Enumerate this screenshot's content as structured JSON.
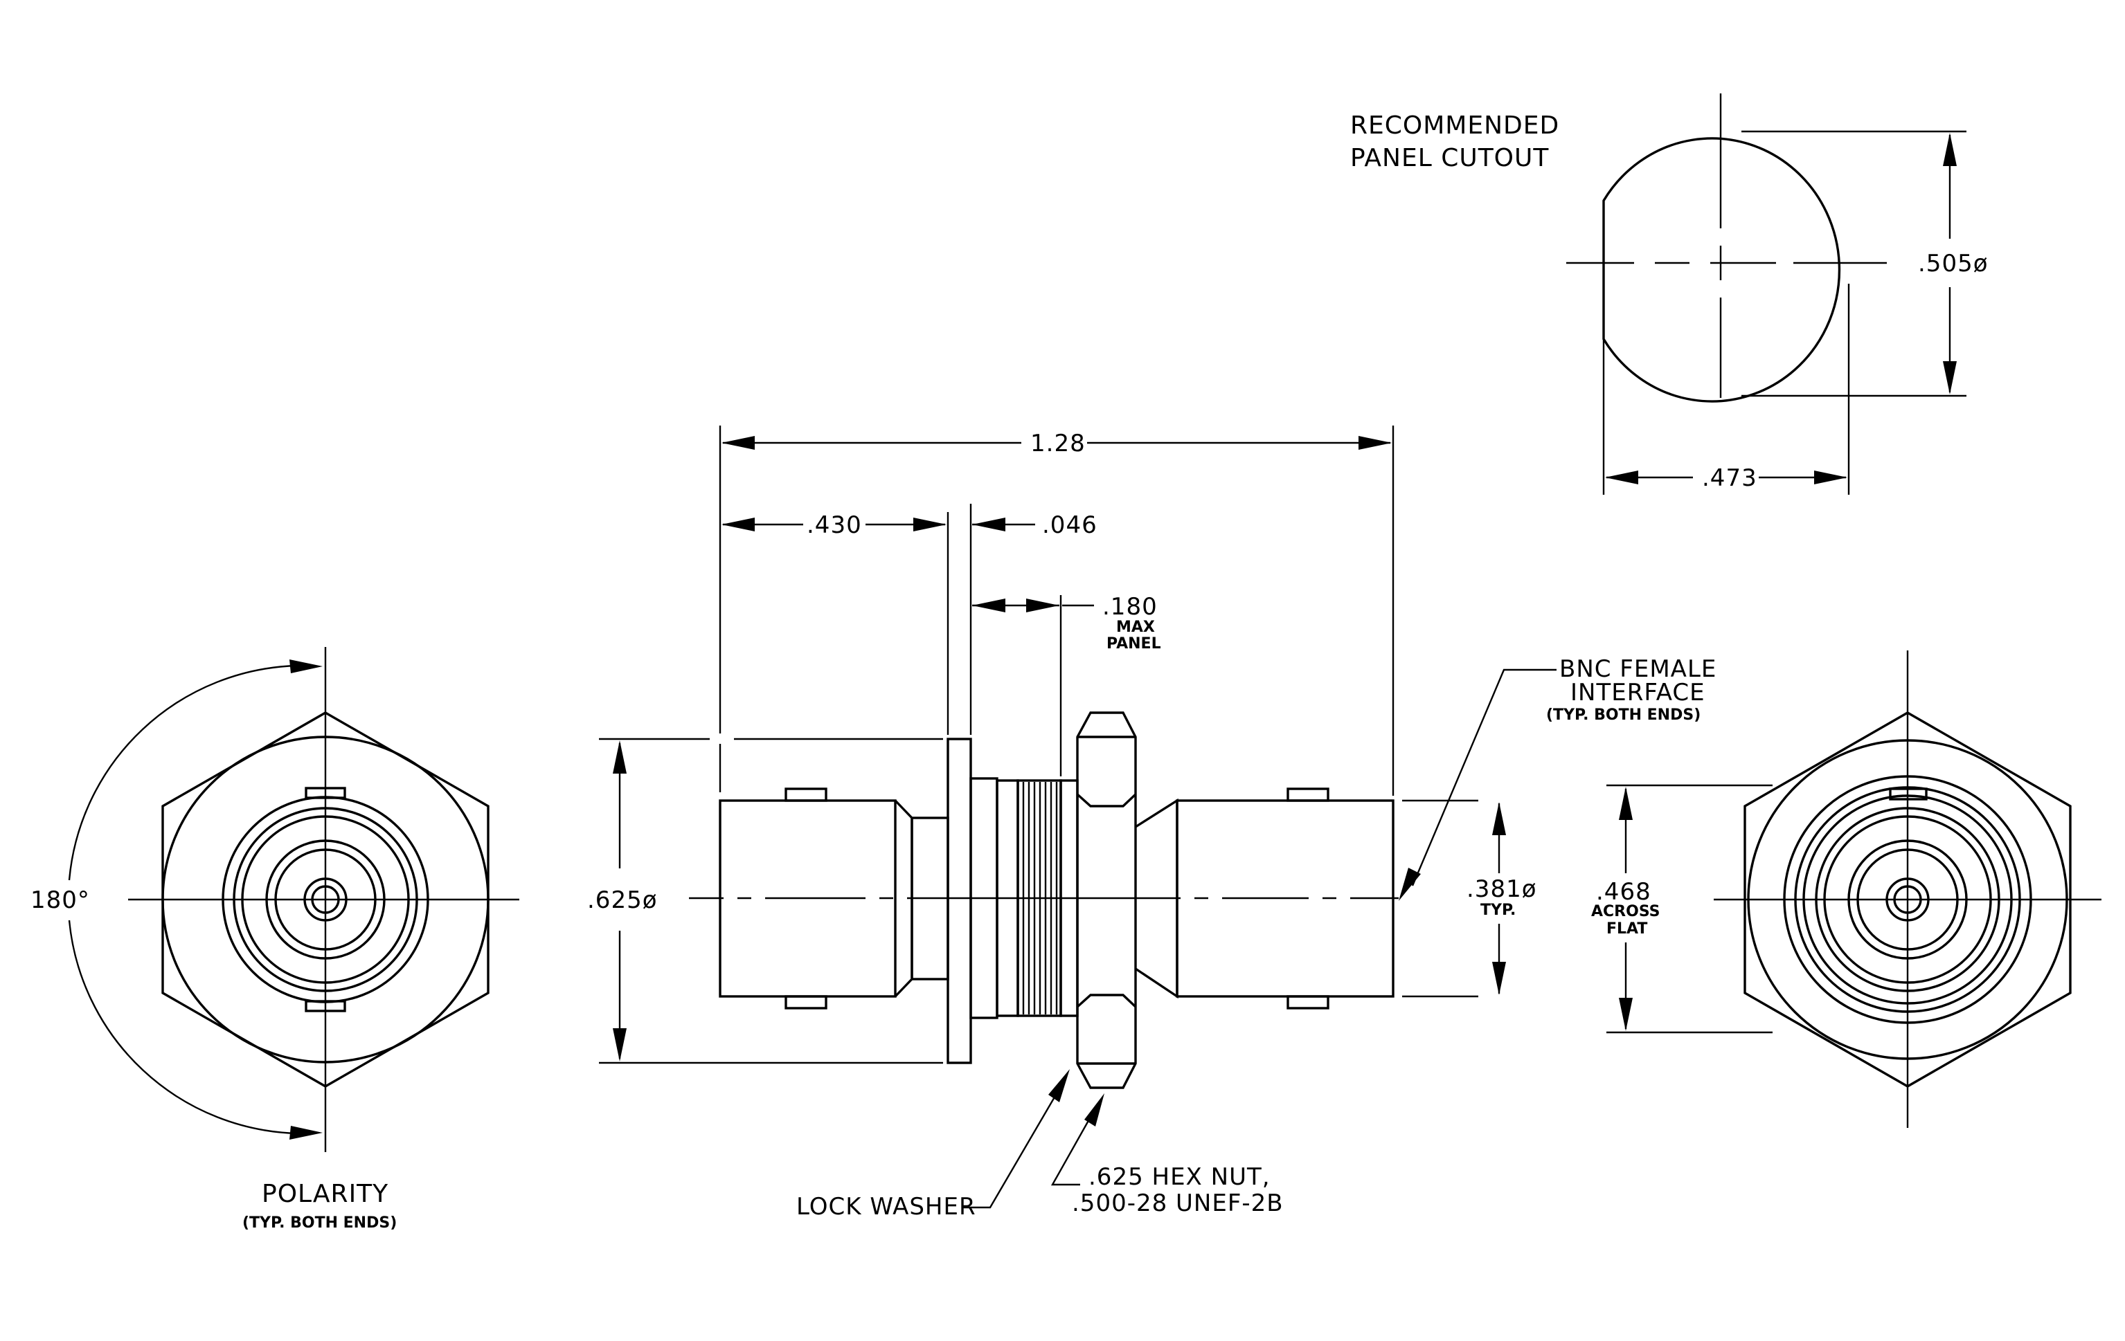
{
  "labels": {
    "cutout_title_1": "RECOMMENDED",
    "cutout_title_2": "PANEL CUTOUT",
    "cutout_height": ".505ø",
    "cutout_width": ".473",
    "overall_length": "1.28",
    "body_length": ".430",
    "flange_thickness": ".046",
    "panel_value": ".180",
    "panel_max": "MAX",
    "panel_word": "PANEL",
    "flange_dia": ".625ø",
    "body_dia": ".381ø",
    "body_dia_note": "TYP.",
    "across_flat_value": ".468",
    "across_flat_1": "ACROSS",
    "across_flat_2": "FLAT",
    "bnc_1": "BNC FEMALE",
    "bnc_2": "INTERFACE",
    "bnc_3": "(TYP. BOTH ENDS)",
    "polarity": "POLARITY",
    "polarity_note": "(TYP. BOTH ENDS)",
    "angle": "180°",
    "lock_washer": "LOCK WASHER",
    "hex_nut_1": ".625 HEX NUT,",
    "hex_nut_2": ".500-28 UNEF-2B"
  }
}
